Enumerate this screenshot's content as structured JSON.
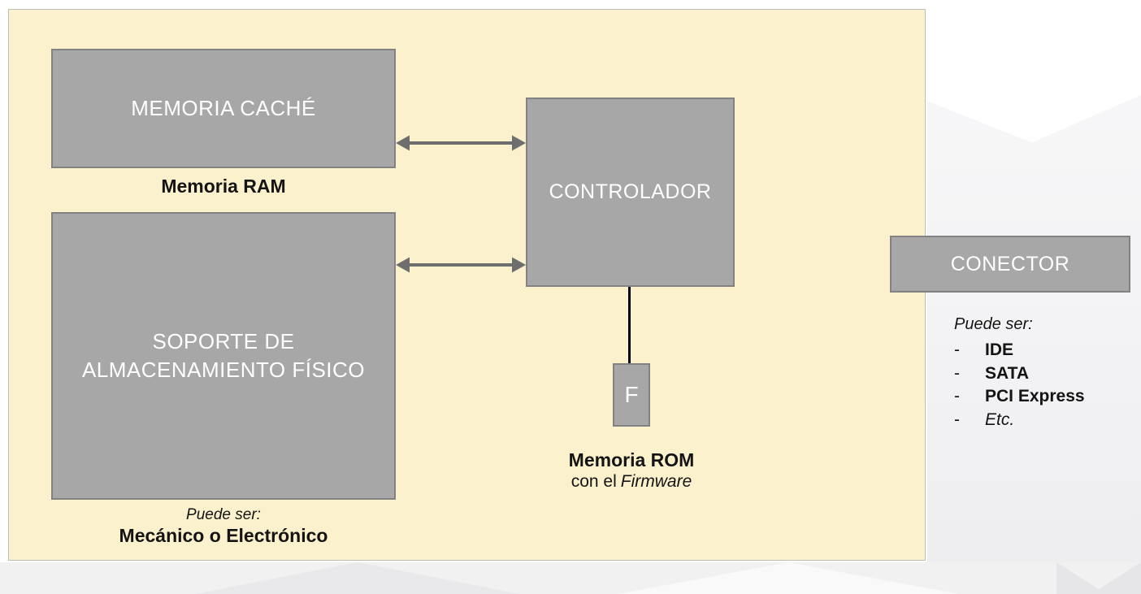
{
  "diagram": {
    "cache_box_label": "MEMORIA CACHÉ",
    "ram_label": "Memoria RAM",
    "storage_box_label_line1": "SOPORTE DE",
    "storage_box_label_line2": "ALMACENAMIENTO FÍSICO",
    "storage_note_intro": "Puede ser:",
    "storage_note_value": "Mecánico o Electrónico",
    "controller_box_label": "CONTROLADOR",
    "firmware_box_label": "F",
    "rom_caption_title": "Memoria ROM",
    "rom_caption_prefix": "con el",
    "rom_caption_firmware": "Firmware",
    "connector_box_label": "CONECTOR",
    "connector_note_intro": "Puede ser:",
    "connector_items": [
      {
        "dash": "-",
        "text": "IDE"
      },
      {
        "dash": "-",
        "text": "SATA"
      },
      {
        "dash": "-",
        "text": "PCI Express"
      },
      {
        "dash": "-",
        "text": "Etc."
      }
    ],
    "colors": {
      "panel_fill": "#FCF1CD",
      "panel_border": "#BDBDBD",
      "box_fill": "#A7A7A7",
      "box_border": "#828282",
      "arrow": "#6E6E6E",
      "connector_line": "#000000",
      "box_text": "#FFFFFF",
      "label_text": "#141414"
    }
  }
}
